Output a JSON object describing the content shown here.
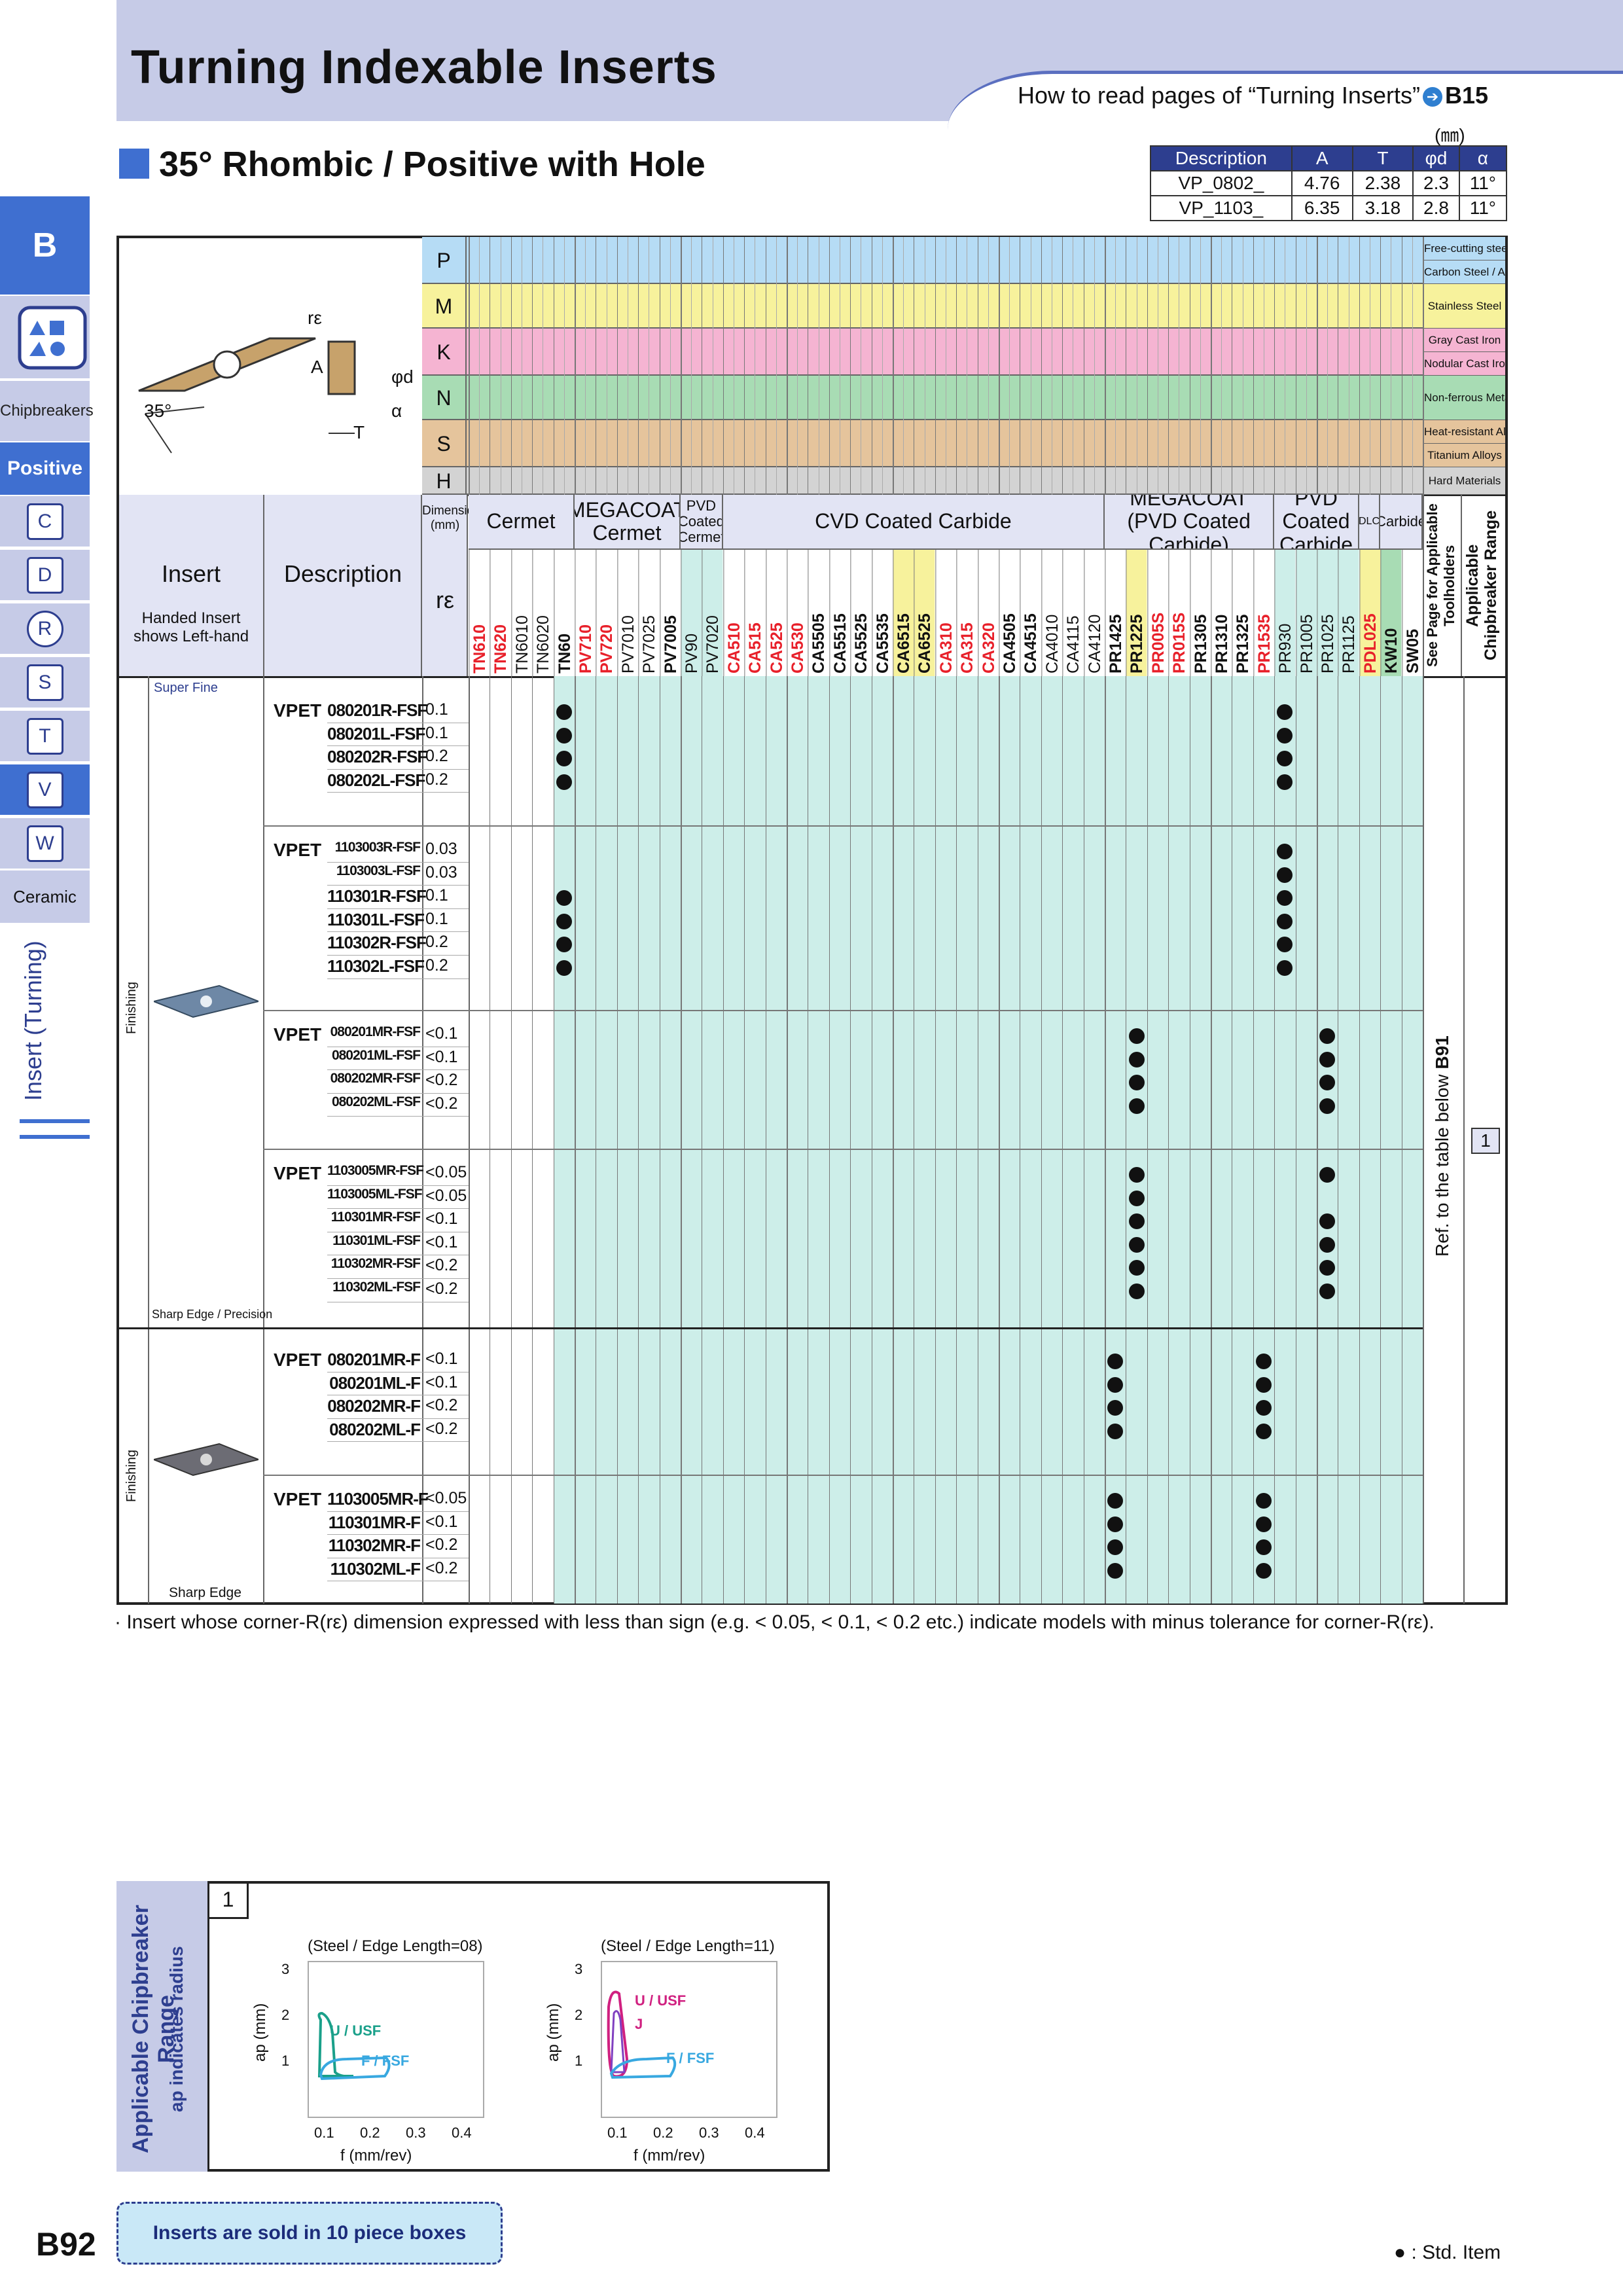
{
  "header": {
    "title": "Turning Indexable Inserts",
    "howto_prefix": "How to read pages of “Turning Inserts”",
    "howto_ref": "B15"
  },
  "section": {
    "title": "35° Rhombic / Positive with Hole"
  },
  "unit": "(㎜)",
  "dimensions": {
    "headers": [
      "Description",
      "A",
      "T",
      "φd",
      "α"
    ],
    "rows": [
      [
        "VP_0802_",
        "4.76",
        "2.38",
        "2.3",
        "11°"
      ],
      [
        "VP_1103_",
        "6.35",
        "3.18",
        "2.8",
        "11°"
      ]
    ]
  },
  "nav": {
    "letter": "B",
    "chipbreakers": "Chipbreakers",
    "positive": "Positive",
    "shapes": [
      "C",
      "D",
      "R",
      "S",
      "T",
      "V",
      "W"
    ],
    "ceramic": "Ceramic",
    "turning": "Insert (Turning)"
  },
  "materials": [
    {
      "code": "P",
      "color": "#b6dcf5",
      "right": [
        "Free-cutting steel",
        "Carbon Steel / Alloy Steel"
      ]
    },
    {
      "code": "M",
      "color": "#f7f29c",
      "right": [
        "Stainless Steel"
      ]
    },
    {
      "code": "K",
      "color": "#f5b4d2",
      "right": [
        "Gray Cast Iron",
        "Nodular Cast Iron"
      ]
    },
    {
      "code": "N",
      "color": "#a8dcb4",
      "right": [
        "Non-ferrous Metals"
      ]
    },
    {
      "code": "S",
      "color": "#e5c49c",
      "right": [
        "Heat-resistant Alloys",
        "Titanium Alloys"
      ]
    },
    {
      "code": "H",
      "color": "#d3d3d3",
      "right": [
        "Hard Materials"
      ]
    }
  ],
  "diagram": {
    "angle": "35°",
    "labels": [
      "A",
      "T",
      "rε",
      "φd",
      "α"
    ]
  },
  "table_head": {
    "insert": "Insert",
    "handed": "Handed Insert shows Left-hand",
    "description": "Description",
    "dimension": "Dimension (mm)",
    "re": "rε",
    "groups": [
      "Cermet",
      "MEGACOAT Cermet",
      "PVD Coated Cermet",
      "CVD Coated Carbide",
      "MEGACOAT (PVD Coated Carbide)",
      "PVD Coated Carbide",
      "DLC",
      "Carbide"
    ],
    "see_page": "See Page for Applicable Toolholders",
    "chip_range": "Applicable Chipbreaker Range"
  },
  "grades": [
    "TN610",
    "TN620",
    "TN6010",
    "TN6020",
    "TN60",
    "PV710",
    "PV720",
    "PV7010",
    "PV7025",
    "PV7005",
    "PV90",
    "PV7020",
    "CA510",
    "CA515",
    "CA525",
    "CA530",
    "CA5505",
    "CA5515",
    "CA5525",
    "CA5535",
    "CA6515",
    "CA6525",
    "CA310",
    "CA315",
    "CA320",
    "CA4505",
    "CA4515",
    "CA4010",
    "CA4115",
    "CA4120",
    "PR1425",
    "PR1225",
    "PR005S",
    "PR015S",
    "PR1305",
    "PR1310",
    "PR1325",
    "PR1535",
    "PR930",
    "PR1005",
    "PR1025",
    "PR1125",
    "PDL025",
    "KW10",
    "SW05"
  ],
  "row_groups": [
    {
      "label": "Super Fine",
      "bottom": "Sharp Edge / Precision",
      "side": "Finishing",
      "blocks": [
        {
          "prefix": "VPET",
          "items": [
            [
              "080201R-FSF",
              "0.1"
            ],
            [
              "080201L-FSF",
              "0.1"
            ],
            [
              "080202R-FSF",
              "0.2"
            ],
            [
              "080202L-FSF",
              "0.2"
            ]
          ]
        },
        {
          "prefix": "VPET",
          "items": [
            [
              "1103003R-FSF",
              "0.03"
            ],
            [
              "1103003L-FSF",
              "0.03"
            ],
            [
              "110301R-FSF",
              "0.1"
            ],
            [
              "110301L-FSF",
              "0.1"
            ],
            [
              "110302R-FSF",
              "0.2"
            ],
            [
              "110302L-FSF",
              "0.2"
            ]
          ]
        },
        {
          "prefix": "VPET",
          "items": [
            [
              "080201MR-FSF",
              "<0.1"
            ],
            [
              "080201ML-FSF",
              "<0.1"
            ],
            [
              "080202MR-FSF",
              "<0.2"
            ],
            [
              "080202ML-FSF",
              "<0.2"
            ]
          ]
        },
        {
          "prefix": "VPET",
          "items": [
            [
              "1103005MR-FSF",
              "<0.05"
            ],
            [
              "1103005ML-FSF",
              "<0.05"
            ],
            [
              "110301MR-FSF",
              "<0.1"
            ],
            [
              "110301ML-FSF",
              "<0.1"
            ],
            [
              "110302MR-FSF",
              "<0.2"
            ],
            [
              "110302ML-FSF",
              "<0.2"
            ]
          ]
        }
      ]
    },
    {
      "label": "",
      "bottom": "Sharp Edge",
      "side": "Finishing",
      "blocks": [
        {
          "prefix": "VPET",
          "items": [
            [
              "080201MR-F",
              "<0.1"
            ],
            [
              "080201ML-F",
              "<0.1"
            ],
            [
              "080202MR-F",
              "<0.2"
            ],
            [
              "080202ML-F",
              "<0.2"
            ]
          ]
        },
        {
          "prefix": "VPET",
          "items": [
            [
              "1103005MR-F",
              "<0.05"
            ],
            [
              "110301MR-F",
              "<0.1"
            ],
            [
              "110302MR-F",
              "<0.2"
            ],
            [
              "110302ML-F",
              "<0.2"
            ]
          ]
        }
      ]
    }
  ],
  "ref_text": "Ref. to the table below",
  "ref_page": "B91",
  "chip_ref": "1",
  "footnote": "· Insert whose corner-R(rε) dimension expressed with less than sign (e.g. < 0.05, < 0.1, < 0.2 etc.) indicate models with minus tolerance for corner-R(rε).",
  "chipbreaker": {
    "side1": "Applicable Chipbreaker Range",
    "side2": "ap indicates radius",
    "num": "1",
    "charts": [
      {
        "title": "(Steel / Edge Length=08)",
        "xlabel": "f (mm/rev)",
        "ylabel": "ap (mm)",
        "xticks": [
          "0.1",
          "0.2",
          "0.3",
          "0.4"
        ],
        "yticks": [
          "1",
          "2",
          "3"
        ],
        "labels": [
          "U / USF",
          "F / FSF"
        ]
      },
      {
        "title": "(Steel / Edge Length=11)",
        "xlabel": "f (mm/rev)",
        "ylabel": "ap (mm)",
        "xticks": [
          "0.1",
          "0.2",
          "0.3",
          "0.4"
        ],
        "yticks": [
          "1",
          "2",
          "3"
        ],
        "labels": [
          "U / USF",
          "J",
          "F / FSF"
        ]
      }
    ]
  },
  "sold": "Inserts are sold in 10 piece boxes",
  "page_number": "B92",
  "legend": "● : Std. Item",
  "colors": {
    "accent": "#3f6fd0",
    "band": "#c6cbe7",
    "navy": "#2d3e8f",
    "teal": "#cdeee9",
    "red": "#e8202a"
  }
}
